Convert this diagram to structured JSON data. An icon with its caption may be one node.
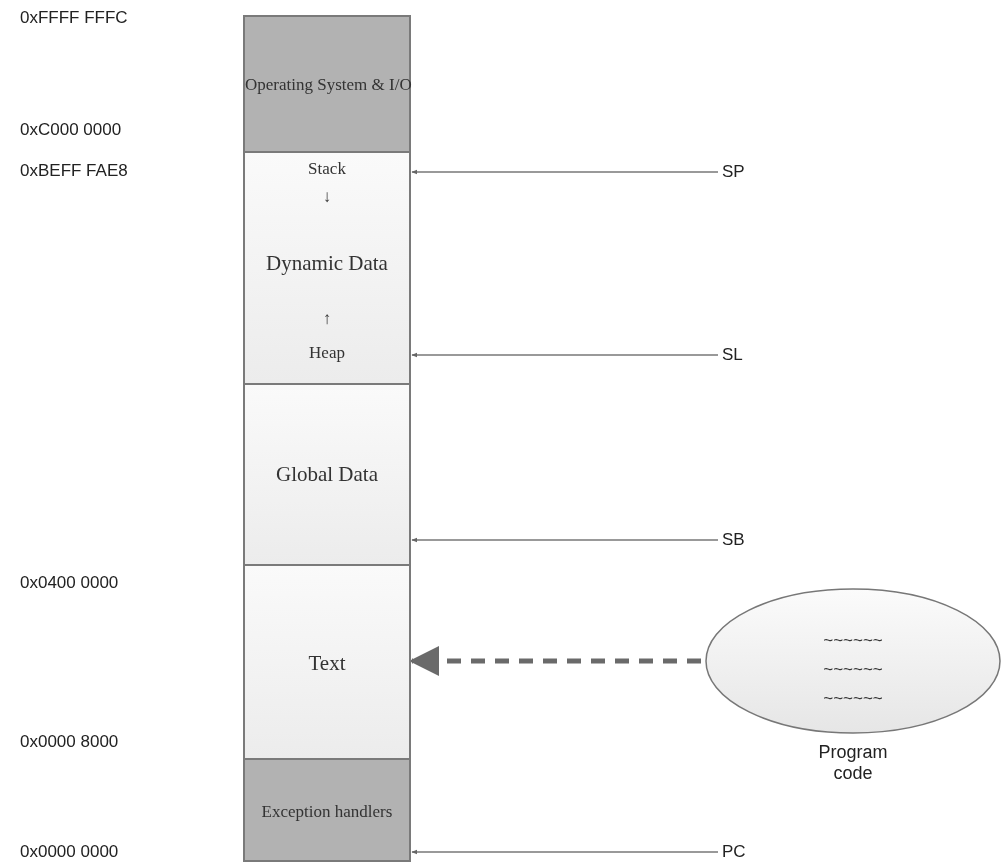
{
  "diagram": {
    "nodes": [
      {
        "text": [
          "Operating System & I/O"
        ]
      },
      {
        "text": [
          "Stack",
          "↓",
          "Dynamic Data",
          "↑",
          "Heap"
        ]
      },
      {
        "text": [
          "Global Data"
        ]
      },
      {
        "text": [
          "Text"
        ]
      },
      {
        "text": [
          "Exception handlers"
        ]
      },
      {
        "text": [
          "SP"
        ]
      },
      {
        "text": [
          "SL"
        ]
      },
      {
        "text": [
          "SB"
        ]
      },
      {
        "text": [
          "PC"
        ]
      },
      {
        "text": [
          "~~~~~~ ~~~~~~ ~~~~~~"
        ],
        "beside": [
          "Program code"
        ]
      }
    ],
    "edges": [
      {
        "from": 5,
        "to": 1,
        "arrow": "to"
      },
      {
        "from": 6,
        "to": 1,
        "arrow": "to"
      },
      {
        "from": 7,
        "to": 2,
        "arrow": "to"
      },
      {
        "from": 8,
        "to": 4,
        "arrow": "to"
      },
      {
        "from": 9,
        "to": 3,
        "arrow": "to",
        "style": "dashed"
      }
    ],
    "labels": [
      "0xFFFF FFFC",
      "0xC000 0000",
      "0xBEFF FAE8",
      "0x0400 0000",
      "0x0000 8000",
      "0x0000 0000"
    ]
  }
}
